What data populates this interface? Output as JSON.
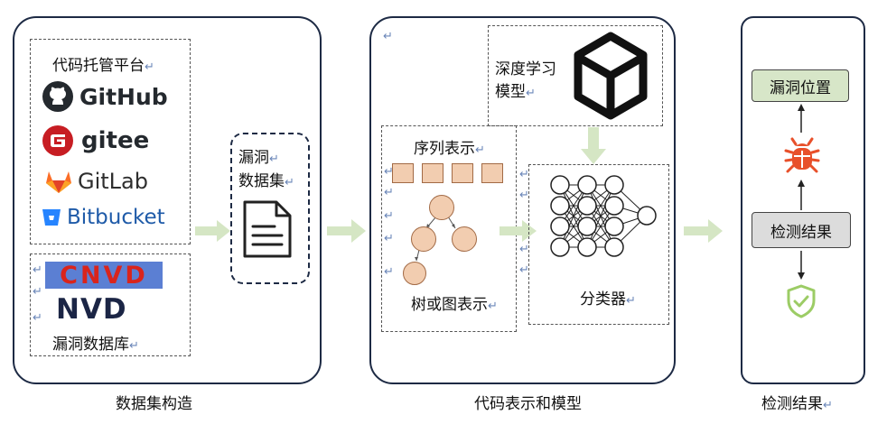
{
  "panels": {
    "left": {
      "platforms_title": "代码托管平台",
      "logos": [
        "GitHub",
        "gitee",
        "GitLab",
        "Bitbucket"
      ],
      "vuln_db_logos": [
        "CNVD",
        "NVD"
      ],
      "vuln_db_label": "漏洞数据库",
      "dataset_label_line1": "漏洞",
      "dataset_label_line2": "数据集",
      "caption": "数据集构造"
    },
    "middle": {
      "dl_model_line1": "深度学习",
      "dl_model_line2": "模型",
      "sequence_label": "序列表示",
      "tree_graph_label": "树或图表示",
      "classifier_label": "分类器",
      "caption": "代码表示和模型"
    },
    "right": {
      "location_label": "漏洞位置",
      "result_label": "检测结果",
      "caption": "检测结果"
    }
  },
  "return_mark": "↵",
  "colors": {
    "panel_border": "#1d2a44",
    "flow_arrow": "#d5e6c4",
    "node_fill": "#f2cdb0",
    "location_fill": "#d7e6c8",
    "result_fill": "#dcdcdc",
    "bug_red": "#e8502a",
    "shield_green": "#9ccc65"
  },
  "icons": [
    "github-icon",
    "gitee-icon",
    "gitlab-icon",
    "bitbucket-icon",
    "document-icon",
    "unity-cube-icon",
    "neural-network-icon",
    "bug-icon",
    "shield-check-icon"
  ]
}
